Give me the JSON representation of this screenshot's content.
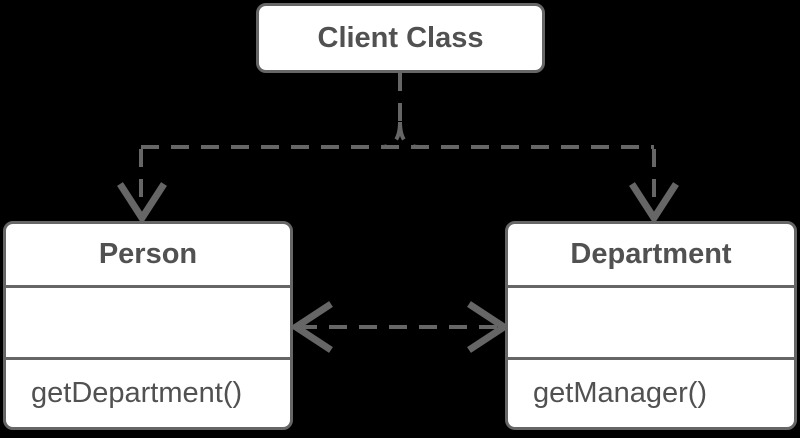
{
  "colors": {
    "bg": "#000000",
    "stroke": "#666666",
    "fill": "#ffffff",
    "text": "#515151"
  },
  "nodes": {
    "client": {
      "title": "Client Class"
    },
    "person": {
      "title": "Person",
      "attributes": "",
      "method": "getDepartment()"
    },
    "department": {
      "title": "Department",
      "attributes": "",
      "method": "getManager()"
    }
  }
}
